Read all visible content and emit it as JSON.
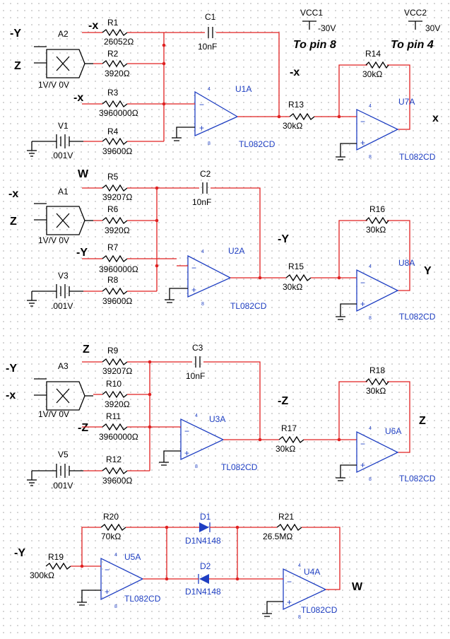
{
  "vcc": [
    {
      "name": "VCC1",
      "value": "-30V",
      "note": "To pin 8"
    },
    {
      "name": "VCC2",
      "value": "30V",
      "note": "To pin 4"
    }
  ],
  "block1": {
    "in_a": "-Y",
    "in_b": "Z",
    "mult": "A2",
    "mult_gain": "1V/V 0V",
    "r1": {
      "name": "R1",
      "value": "26052Ω",
      "node": "-x"
    },
    "r2": {
      "name": "R2",
      "value": "3920Ω"
    },
    "r3": {
      "name": "R3",
      "value": "3960000Ω",
      "node": "-x"
    },
    "r4": {
      "name": "R4",
      "value": "39600Ω"
    },
    "src": {
      "name": "V1",
      "value": ".001V"
    },
    "cap": {
      "name": "C1",
      "value": "10nF"
    },
    "opamp": {
      "name": "U1A",
      "part": "TL082CD"
    },
    "mid": "-x",
    "rin": {
      "name": "R13",
      "value": "30kΩ"
    },
    "rf": {
      "name": "R14",
      "value": "30kΩ"
    },
    "inv": {
      "name": "U7A",
      "part": "TL082CD"
    },
    "out": "x"
  },
  "block2": {
    "in_a": "-x",
    "in_b": "Z",
    "mult": "A1",
    "mult_gain": "1V/V 0V",
    "top": "W",
    "r1": {
      "name": "R5",
      "value": "39207Ω"
    },
    "r2": {
      "name": "R6",
      "value": "3920Ω"
    },
    "r3": {
      "name": "R7",
      "value": "3960000Ω",
      "node": "-Y"
    },
    "r4": {
      "name": "R8",
      "value": "39600Ω"
    },
    "src": {
      "name": "V3",
      "value": ".001V"
    },
    "cap": {
      "name": "C2",
      "value": "10nF"
    },
    "opamp": {
      "name": "U2A",
      "part": "TL082CD"
    },
    "mid": "-Y",
    "rin": {
      "name": "R15",
      "value": "30kΩ"
    },
    "rf": {
      "name": "R16",
      "value": "30kΩ"
    },
    "inv": {
      "name": "U8A",
      "part": "TL082CD"
    },
    "out": "Y"
  },
  "block3": {
    "in_a": "-Y",
    "in_b": "-x",
    "mult": "A3",
    "mult_gain": "1V/V 0V",
    "top": "Z",
    "r1": {
      "name": "R9",
      "value": "39207Ω"
    },
    "r2": {
      "name": "R10",
      "value": "3920Ω"
    },
    "r3": {
      "name": "R11",
      "value": "3960000Ω",
      "node": "-Z"
    },
    "r4": {
      "name": "R12",
      "value": "39600Ω"
    },
    "src": {
      "name": "V5",
      "value": ".001V"
    },
    "cap": {
      "name": "C3",
      "value": "10nF"
    },
    "opamp": {
      "name": "U3A",
      "part": "TL082CD"
    },
    "mid": "-Z",
    "rin": {
      "name": "R17",
      "value": "30kΩ"
    },
    "rf": {
      "name": "R18",
      "value": "30kΩ"
    },
    "inv": {
      "name": "U6A",
      "part": "TL082CD"
    },
    "out": "Z"
  },
  "block4": {
    "in": "-Y",
    "r19": {
      "name": "R19",
      "value": "300kΩ"
    },
    "r20": {
      "name": "R20",
      "value": "70kΩ"
    },
    "r21": {
      "name": "R21",
      "value": "26.5MΩ"
    },
    "d1": {
      "name": "D1",
      "part": "D1N4148"
    },
    "d2": {
      "name": "D2",
      "part": "D1N4148"
    },
    "u5": {
      "name": "U5A",
      "part": "TL082CD"
    },
    "u4": {
      "name": "U4A",
      "part": "TL082CD"
    },
    "out": "W"
  },
  "pins": {
    "p4": "4",
    "p8": "8"
  }
}
